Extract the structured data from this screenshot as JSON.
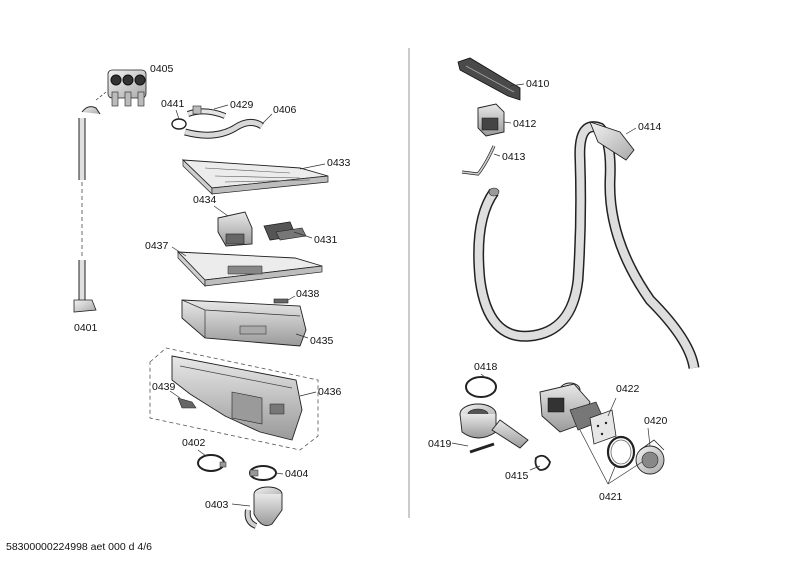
{
  "footer": "58300000224998 aet 000 d 4/6",
  "labels": {
    "p0405": "0405",
    "p0441": "0441",
    "p0429": "0429",
    "p0406": "0406",
    "p0433": "0433",
    "p0434": "0434",
    "p0431": "0431",
    "p0437": "0437",
    "p0438": "0438",
    "p0435": "0435",
    "p0401": "0401",
    "p0439": "0439",
    "p0436": "0436",
    "p0402": "0402",
    "p0404": "0404",
    "p0403": "0403",
    "p0410": "0410",
    "p0412": "0412",
    "p0413": "0413",
    "p0414": "0414",
    "p0418": "0418",
    "p0422": "0422",
    "p0420": "0420",
    "p0419": "0419",
    "p0415": "0415",
    "p0421": "0421"
  },
  "colors": {
    "line": "#222222",
    "part_fill": "#dcdcdc",
    "part_dark": "#8a8a8a",
    "leader": "#333333",
    "divider": "#999999"
  }
}
